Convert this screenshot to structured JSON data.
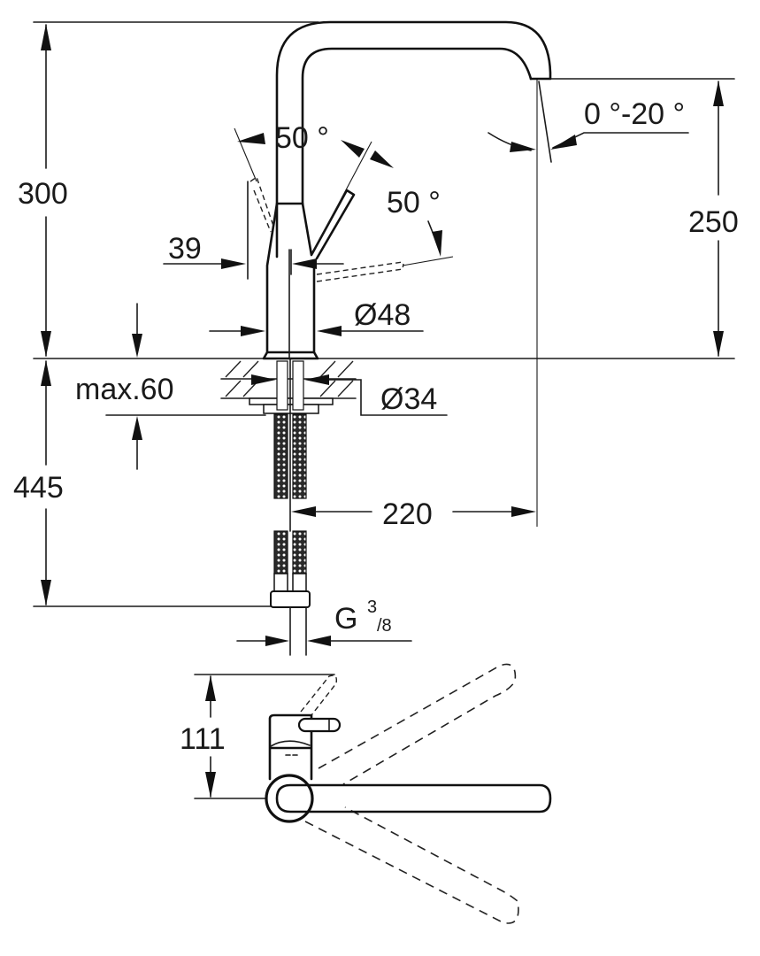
{
  "drawing": {
    "title": "Kitchen mixer tap dimension drawing",
    "units": "mm",
    "colors": {
      "line": "#1a1a1a",
      "background": "#ffffff"
    },
    "dimensions": {
      "total_height": "300",
      "spout_height": "250",
      "lever_offset": "39",
      "body_diameter": "Ø48",
      "hole_diameter": "Ø34",
      "max_deck_thickness": "max.60",
      "hose_length": "445",
      "spout_reach": "220",
      "connection_thread": "G",
      "connection_thread_num": "3",
      "connection_thread_den": "/8",
      "top_view_lever_depth": "111"
    },
    "angles": {
      "lever_swing_left": "50 °",
      "lever_swing_right": "50 °",
      "spout_tilt": "0 °-20 °"
    }
  }
}
